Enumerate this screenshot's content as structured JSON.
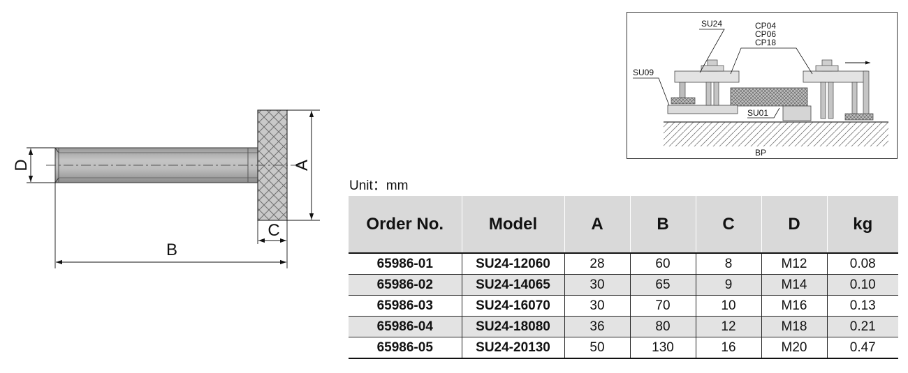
{
  "drawing": {
    "dimension_labels": {
      "d": "D",
      "a": "A",
      "c": "C",
      "b": "B"
    }
  },
  "setup_diagram": {
    "labels": {
      "su24": "SU24",
      "cp04": "CP04",
      "cp06": "CP06",
      "cp18": "CP18",
      "su09": "SU09",
      "su01": "SU01",
      "bp": "BP"
    }
  },
  "unit_label": "Unit：mm",
  "table": {
    "headers": [
      "Order No.",
      "Model",
      "A",
      "B",
      "C",
      "D",
      "kg"
    ],
    "rows": [
      [
        "65986-01",
        "SU24-12060",
        "28",
        "60",
        "8",
        "M12",
        "0.08"
      ],
      [
        "65986-02",
        "SU24-14065",
        "30",
        "65",
        "9",
        "M14",
        "0.10"
      ],
      [
        "65986-03",
        "SU24-16070",
        "30",
        "70",
        "10",
        "M16",
        "0.13"
      ],
      [
        "65986-04",
        "SU24-18080",
        "36",
        "80",
        "12",
        "M18",
        "0.21"
      ],
      [
        "65986-05",
        "SU24-20130",
        "50",
        "130",
        "16",
        "M20",
        "0.47"
      ]
    ]
  }
}
